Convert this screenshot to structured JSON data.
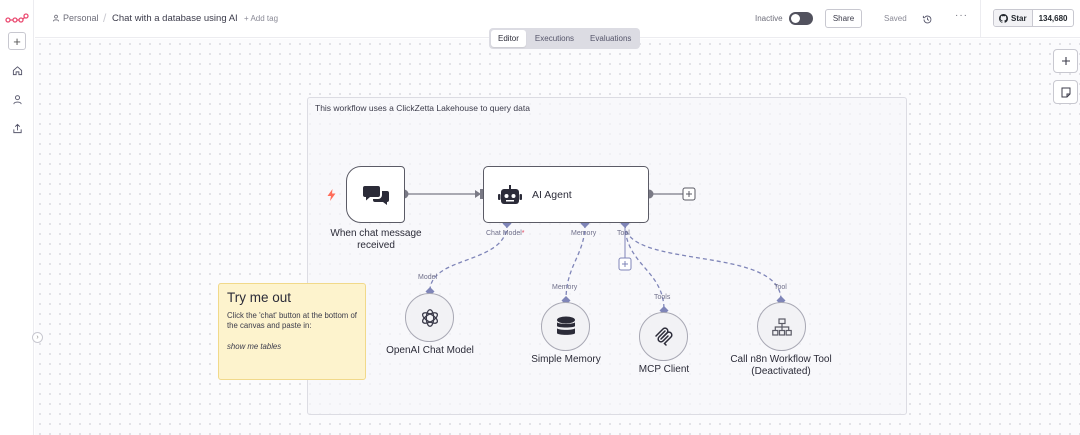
{
  "breadcrumb": {
    "owner": "Personal",
    "workflow_name": "Chat with a database using AI",
    "add_tag": "+ Add tag"
  },
  "header": {
    "status_label": "Inactive",
    "active": false,
    "share_label": "Share",
    "saved_label": "Saved",
    "more_label": "···",
    "github_star_label": "Star",
    "github_star_count": "134,680"
  },
  "view_tabs": [
    {
      "label": "Editor",
      "active": true
    },
    {
      "label": "Executions",
      "active": false
    },
    {
      "label": "Evaluations",
      "active": false
    }
  ],
  "canvas": {
    "group_note": "This workflow uses a ClickZetta Lakehouse to query data",
    "try_me": {
      "title": "Try me out",
      "body": "Click the 'chat' button at the bottom of the canvas and paste in:",
      "example": "show me tables"
    },
    "nodes": {
      "trigger": {
        "label": "When chat message received",
        "icon": "chat-bubbles-icon"
      },
      "agent": {
        "label": "AI Agent",
        "icon": "robot-icon"
      },
      "model": {
        "label": "OpenAI Chat Model",
        "icon": "openai-icon",
        "port_label": "Model"
      },
      "memory": {
        "label": "Simple Memory",
        "icon": "database-icon",
        "port_label": "Memory"
      },
      "mcp": {
        "label": "MCP Client",
        "icon": "mcp-icon",
        "port_label": "Tools"
      },
      "workflow_tool": {
        "label": "Call n8n Workflow Tool (Deactivated)",
        "icon": "sitemap-icon",
        "port_label": "Tool"
      }
    },
    "agent_ports": {
      "chat_model": "Chat Model",
      "chat_model_required": "*",
      "memory": "Memory",
      "tool": "Tool"
    }
  },
  "colors": {
    "accent": "#ea4b71",
    "port": "#7f85b8",
    "wire": "#7f85b8",
    "trigger_bolt": "#ff6d5a",
    "note_yellow": "#fdf3cd"
  }
}
